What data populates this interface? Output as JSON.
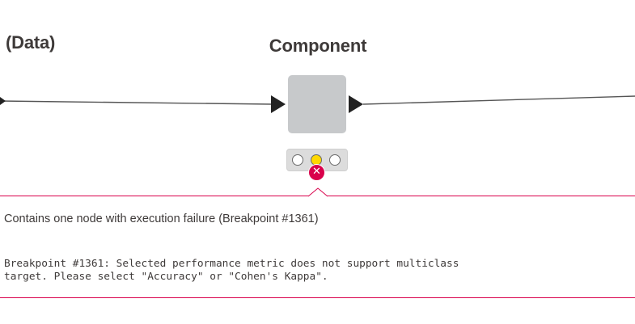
{
  "nodes": {
    "left_title": "(Data)",
    "center_title": "Component"
  },
  "node_status": {
    "lights": [
      "red-off",
      "yellow-on",
      "green-off"
    ],
    "error_icon": "close-icon"
  },
  "tooltip": {
    "title": "Contains one node with execution failure (Breakpoint #1361)",
    "message_line1": "Breakpoint #1361: Selected performance metric does not support multiclass",
    "message_line2": "target. Please select \"Accuracy\" or \"Cohen's Kappa\"."
  },
  "colors": {
    "error": "#d9004b",
    "node_fill": "#c7c9cb",
    "yellow_light": "#ffd800",
    "text": "#3e3a39"
  }
}
